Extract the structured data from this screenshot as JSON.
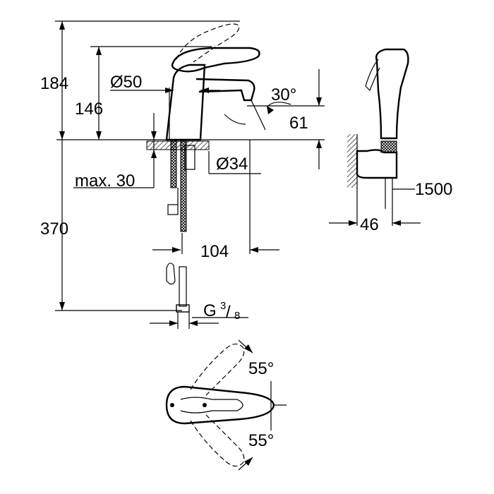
{
  "dimensions": {
    "overall_height": "184",
    "spout_height": "146",
    "body_diameter": "Ø50",
    "spout_angle": "30°",
    "spout_clearance": "61",
    "max_thickness": "max. 30",
    "hole_diameter": "Ø34",
    "pipe_length": "370",
    "projection": "104",
    "thread": {
      "main": "G",
      "num": "3",
      "den": "8"
    },
    "hose_length": "1500",
    "holder_depth": "46",
    "lever_angle_top": "55°",
    "lever_angle_bottom": "55°"
  },
  "colors": {
    "line": "#000000",
    "background": "#ffffff"
  }
}
